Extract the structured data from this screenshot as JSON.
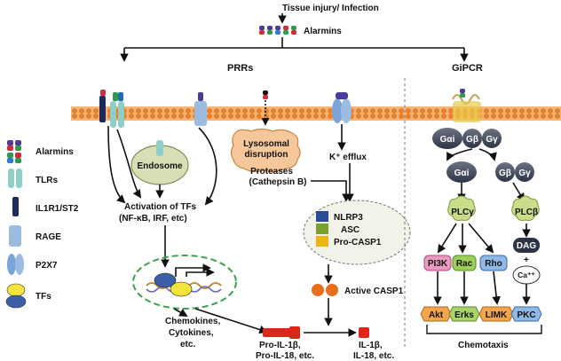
{
  "top": {
    "trigger": "Tissue injury/ Infection",
    "alarmins": "Alarmins",
    "prrs": "PRRs",
    "gpcr": "GiPCR"
  },
  "legend": {
    "alarmins": "Alarmins",
    "tlrs": "TLRs",
    "il1r1": "IL1R1/ST2",
    "rage": "RAGE",
    "p2x7": "P2X7",
    "tfs": "TFs"
  },
  "left": {
    "endosome": "Endosome",
    "activation_line1": "Activation of TFs",
    "activation_line2": "(NF-κB, IRF, etc)",
    "chemokines_line1": "Chemokines,",
    "chemokines_line2": "Cytokines,",
    "chemokines_line3": "etc."
  },
  "center": {
    "lysosomal_line1": "Lysosomal",
    "lysosomal_line2": "disruption",
    "proteases": "Proteases",
    "cathepsin": "(Cathepsin B)",
    "k_efflux": "K⁺ efflux",
    "nlrp3": "NLRP3",
    "asc": "ASC",
    "procasp1": "Pro-CASP1",
    "active_casp1": "Active CASP1",
    "pro_il_line1": "Pro-IL-1β,",
    "pro_il_line2": "Pro-IL-18, etc.",
    "il_line1": "IL-1β,",
    "il_line2": "IL-18, etc."
  },
  "right": {
    "gai": "Gαi",
    "gb": "Gβ",
    "gy": "Gγ",
    "gai2": "Gαi",
    "gb2": "Gβ",
    "gy2": "Gγ",
    "plcy": "PLCγ",
    "plcb": "PLCβ",
    "pi3k": "PI3K",
    "rac": "Rac",
    "rho": "Rho",
    "dag": "DAG",
    "plus": "+",
    "ca": "Ca⁺⁺",
    "akt": "Akt",
    "erks": "Erks",
    "limk": "LIMK",
    "pkc": "PKC",
    "chemotaxis": "Chemotaxis"
  },
  "colors": {
    "membrane": "#e8822a",
    "endosome_fill": "#d9dfb5",
    "lyso_fill": "#f5c79a",
    "gprotein": "#3a4356",
    "red": "#e0251b",
    "nlrp3": "#2a4a9a",
    "asc": "#7aa02e",
    "procasp": "#e8b514",
    "active_casp": "#e86e1c",
    "tf_yellow": "#f4e33a",
    "tf_blue": "#3d5fa8"
  }
}
